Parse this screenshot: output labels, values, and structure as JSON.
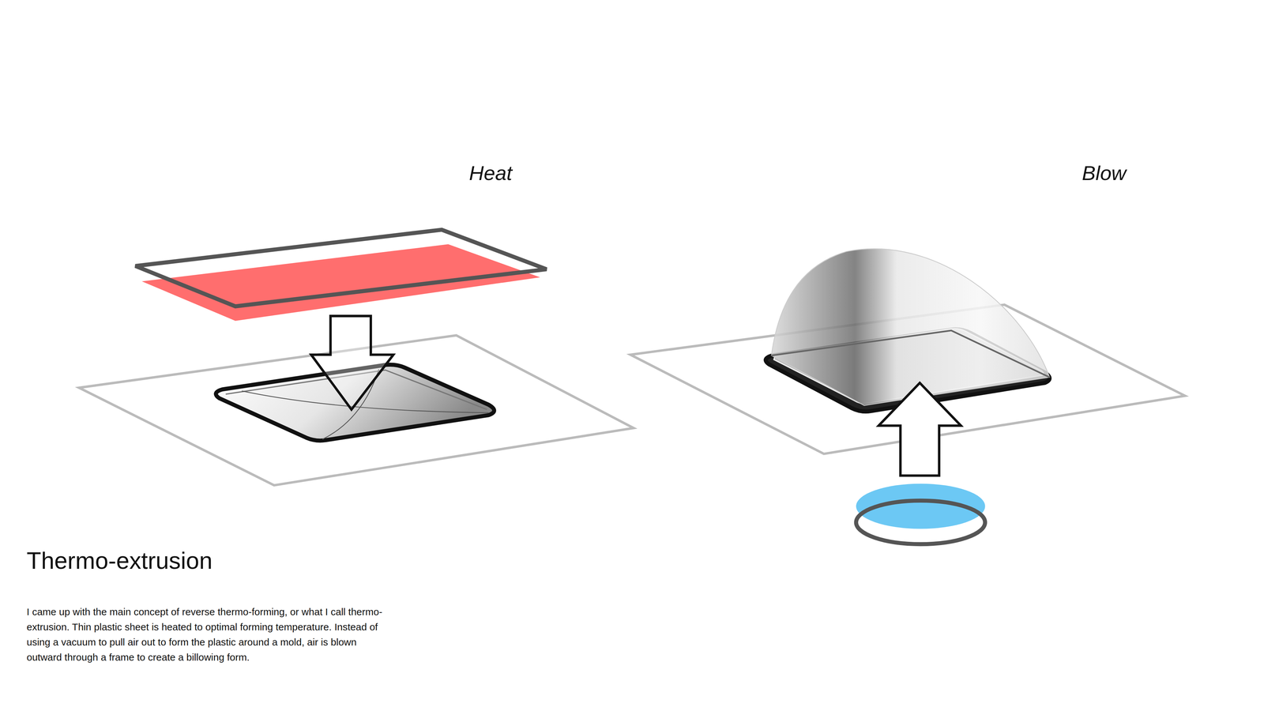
{
  "diagram": {
    "title": "Thermo-extrusion",
    "caption": "I came up with the main concept of reverse thermo-forming, or what I call thermo-extrusion. Thin plastic sheet is heated to optimal forming temperature. Instead of using a vacuum to pull air out to form the plastic around a mold, air is blown outward through a frame to create a billowing form.",
    "labels": [
      "Heat",
      "Blow"
    ]
  }
}
